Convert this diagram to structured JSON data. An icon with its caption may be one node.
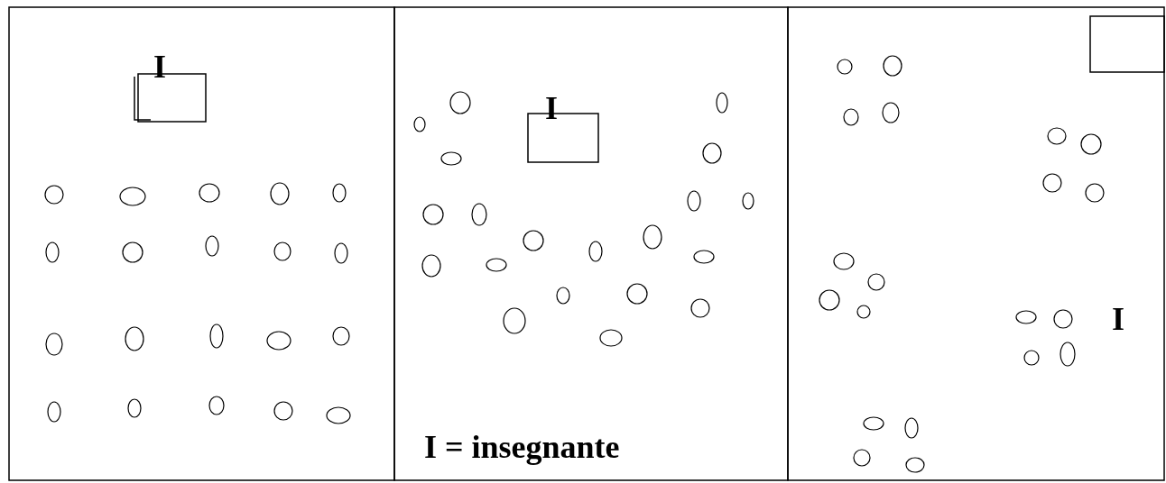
{
  "diagram": {
    "labels": [
      "I",
      "I",
      "I",
      "I = insegnante"
    ]
  }
}
